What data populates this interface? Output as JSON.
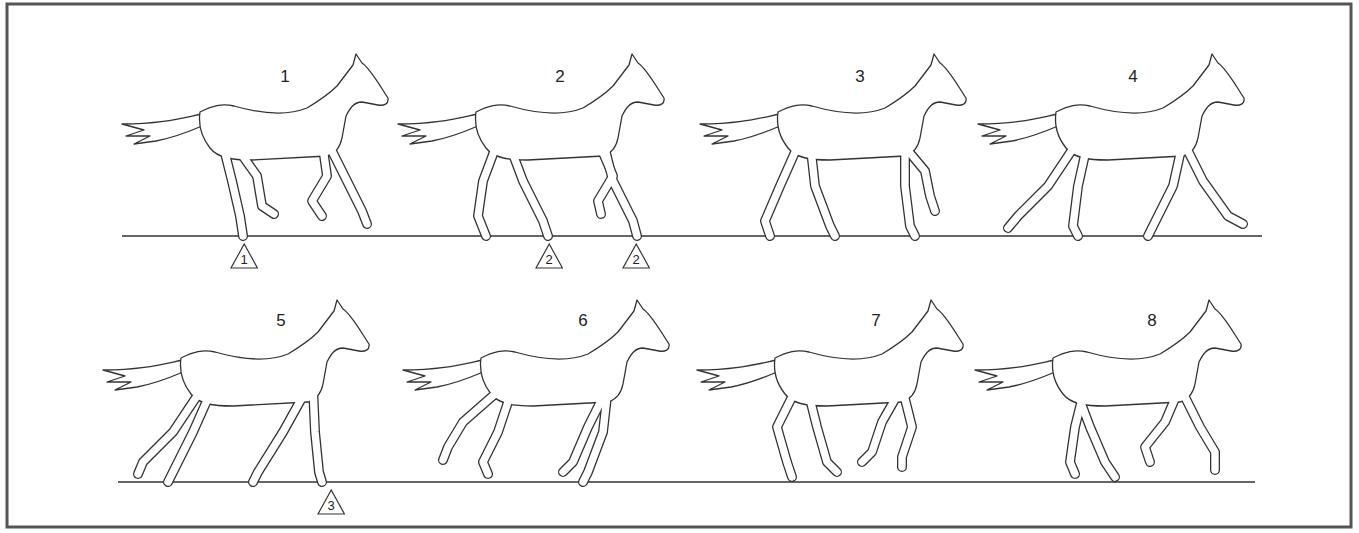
{
  "diagram": {
    "nodes": [
      {
        "text": [
          "1"
        ]
      },
      {
        "text": [
          "2"
        ]
      },
      {
        "text": [
          "2"
        ]
      },
      {
        "text": [
          "3"
        ]
      }
    ],
    "labels": [
      "1",
      "2",
      "3",
      "4",
      "5",
      "6",
      "7",
      "8"
    ]
  }
}
